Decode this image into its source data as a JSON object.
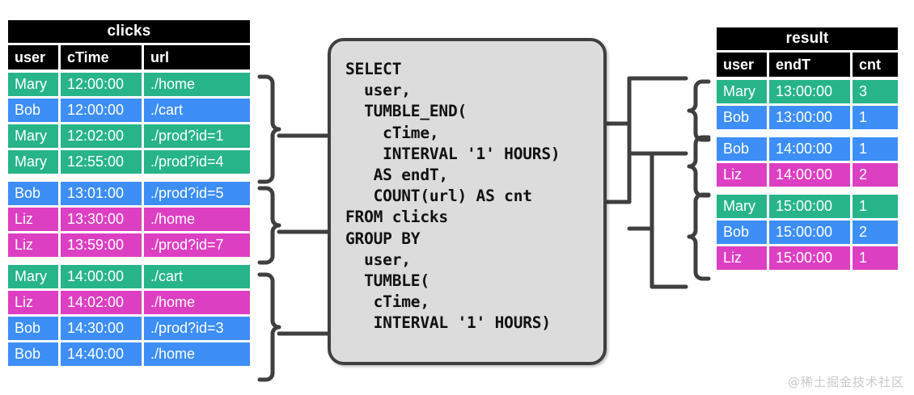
{
  "clicks_table": {
    "title": "clicks",
    "columns": [
      "user",
      "cTime",
      "url"
    ],
    "groups": [
      {
        "rows": [
          {
            "color": "green",
            "cells": [
              "Mary",
              "12:00:00",
              "./home"
            ]
          },
          {
            "color": "blue",
            "cells": [
              "Bob",
              "12:00:00",
              "./cart"
            ]
          },
          {
            "color": "green",
            "cells": [
              "Mary",
              "12:02:00",
              "./prod?id=1"
            ]
          },
          {
            "color": "green",
            "cells": [
              "Mary",
              "12:55:00",
              "./prod?id=4"
            ]
          }
        ]
      },
      {
        "rows": [
          {
            "color": "blue",
            "cells": [
              "Bob",
              "13:01:00",
              "./prod?id=5"
            ]
          },
          {
            "color": "pink",
            "cells": [
              "Liz",
              "13:30:00",
              "./home"
            ]
          },
          {
            "color": "pink",
            "cells": [
              "Liz",
              "13:59:00",
              "./prod?id=7"
            ]
          }
        ]
      },
      {
        "rows": [
          {
            "color": "green",
            "cells": [
              "Mary",
              "14:00:00",
              "./cart"
            ]
          },
          {
            "color": "pink",
            "cells": [
              "Liz",
              "14:02:00",
              "./home"
            ]
          },
          {
            "color": "blue",
            "cells": [
              "Bob",
              "14:30:00",
              "./prod?id=3"
            ]
          },
          {
            "color": "blue",
            "cells": [
              "Bob",
              "14:40:00",
              "./home"
            ]
          }
        ]
      }
    ]
  },
  "result_table": {
    "title": "result",
    "columns": [
      "user",
      "endT",
      "cnt"
    ],
    "groups": [
      {
        "rows": [
          {
            "color": "green",
            "cells": [
              "Mary",
              "13:00:00",
              "3"
            ]
          },
          {
            "color": "blue",
            "cells": [
              "Bob",
              "13:00:00",
              "1"
            ]
          }
        ]
      },
      {
        "rows": [
          {
            "color": "blue",
            "cells": [
              "Bob",
              "14:00:00",
              "1"
            ]
          },
          {
            "color": "pink",
            "cells": [
              "Liz",
              "14:00:00",
              "2"
            ]
          }
        ]
      },
      {
        "rows": [
          {
            "color": "green",
            "cells": [
              "Mary",
              "15:00:00",
              "1"
            ]
          },
          {
            "color": "blue",
            "cells": [
              "Bob",
              "15:00:00",
              "2"
            ]
          },
          {
            "color": "pink",
            "cells": [
              "Liz",
              "15:00:00",
              "1"
            ]
          }
        ]
      }
    ]
  },
  "query": {
    "sql": "SELECT\n  user,\n  TUMBLE_END(\n    cTime,\n    INTERVAL '1' HOURS)\n   AS endT,\n   COUNT(url) AS cnt\nFROM clicks\nGROUP BY\n  user,\n  TUMBLE(\n   cTime,\n   INTERVAL '1' HOURS)"
  },
  "colors": {
    "green": "#27b489",
    "blue": "#3d8ef6",
    "pink": "#dd3fc2",
    "header_bg": "#000000",
    "box_fill": "#dcdcdc",
    "box_border": "#3f3f3f",
    "wire": "#3f3f3f",
    "watermark": "#c9c9c9"
  },
  "watermark": {
    "text": "@稀土掘金技术社区"
  }
}
